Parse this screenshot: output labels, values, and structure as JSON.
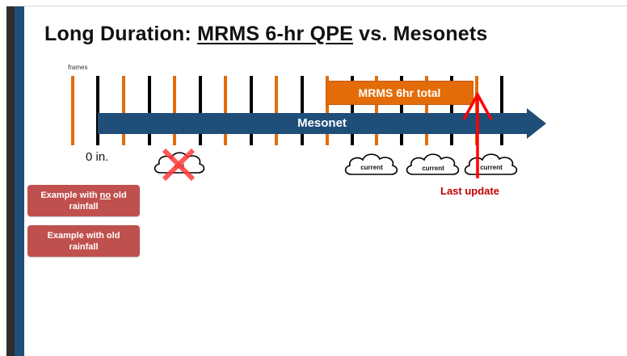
{
  "title": {
    "prefix": "Long Duration: ",
    "underlined": "MRMS 6-hr QPE",
    "suffix": " vs. Mesonets"
  },
  "timeline": {
    "frames_label": "frames",
    "mesonet_label": "Mesonet",
    "mrms_label": "MRMS 6hr total",
    "zero_label": "0 in.",
    "last_update_label": "Last update",
    "colors": {
      "orange": "#e36c09",
      "blue": "#1f4e79",
      "red": "#ff0000",
      "dark_red": "#c00000"
    }
  },
  "clouds": [
    {
      "label": "old",
      "crossed_out": true,
      "icon": "cloud-icon"
    },
    {
      "label": "current",
      "crossed_out": false,
      "icon": "cloud-icon"
    },
    {
      "label": "current",
      "crossed_out": false,
      "icon": "cloud-icon"
    },
    {
      "label": "current",
      "crossed_out": false,
      "icon": "cloud-icon"
    }
  ],
  "buttons": {
    "no_old": {
      "prefix": "Example with ",
      "underlined": "no",
      "suffix": " old rainfall"
    },
    "with_old": {
      "label": "Example with old rainfall"
    }
  }
}
